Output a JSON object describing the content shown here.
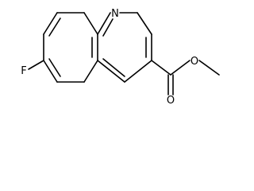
{
  "molecule": {
    "atoms": {
      "nitrogen": "N",
      "fluorine": "F",
      "carbonyl_oxygen": "O",
      "ester_oxygen": "O"
    }
  }
}
